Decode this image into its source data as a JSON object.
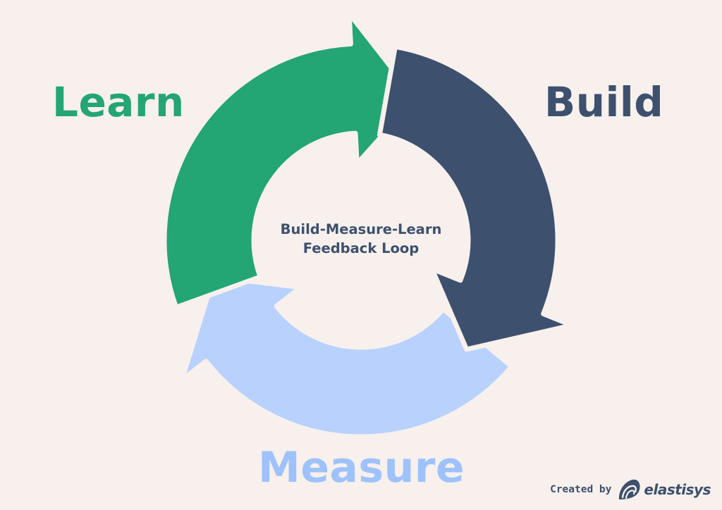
{
  "diagram": {
    "title_line_1": "Build-Measure-Learn",
    "title_line_2": "Feedback Loop",
    "stages": [
      {
        "name": "Build",
        "color": "#3d506e",
        "order": 1
      },
      {
        "name": "Measure",
        "color": "#b8d1fd",
        "order": 2
      },
      {
        "name": "Learn",
        "color": "#23a574",
        "order": 3
      }
    ],
    "label_colors": {
      "build": "#3d506e",
      "measure": "#9ec2fb",
      "learn": "#23a574"
    },
    "title_color": "#3d506e",
    "background": "#f7f0ed"
  },
  "footer": {
    "created_by": "Created by",
    "brand": "elastisys",
    "brand_icon": "elastisys-logo-icon",
    "color": "#3d506e"
  }
}
